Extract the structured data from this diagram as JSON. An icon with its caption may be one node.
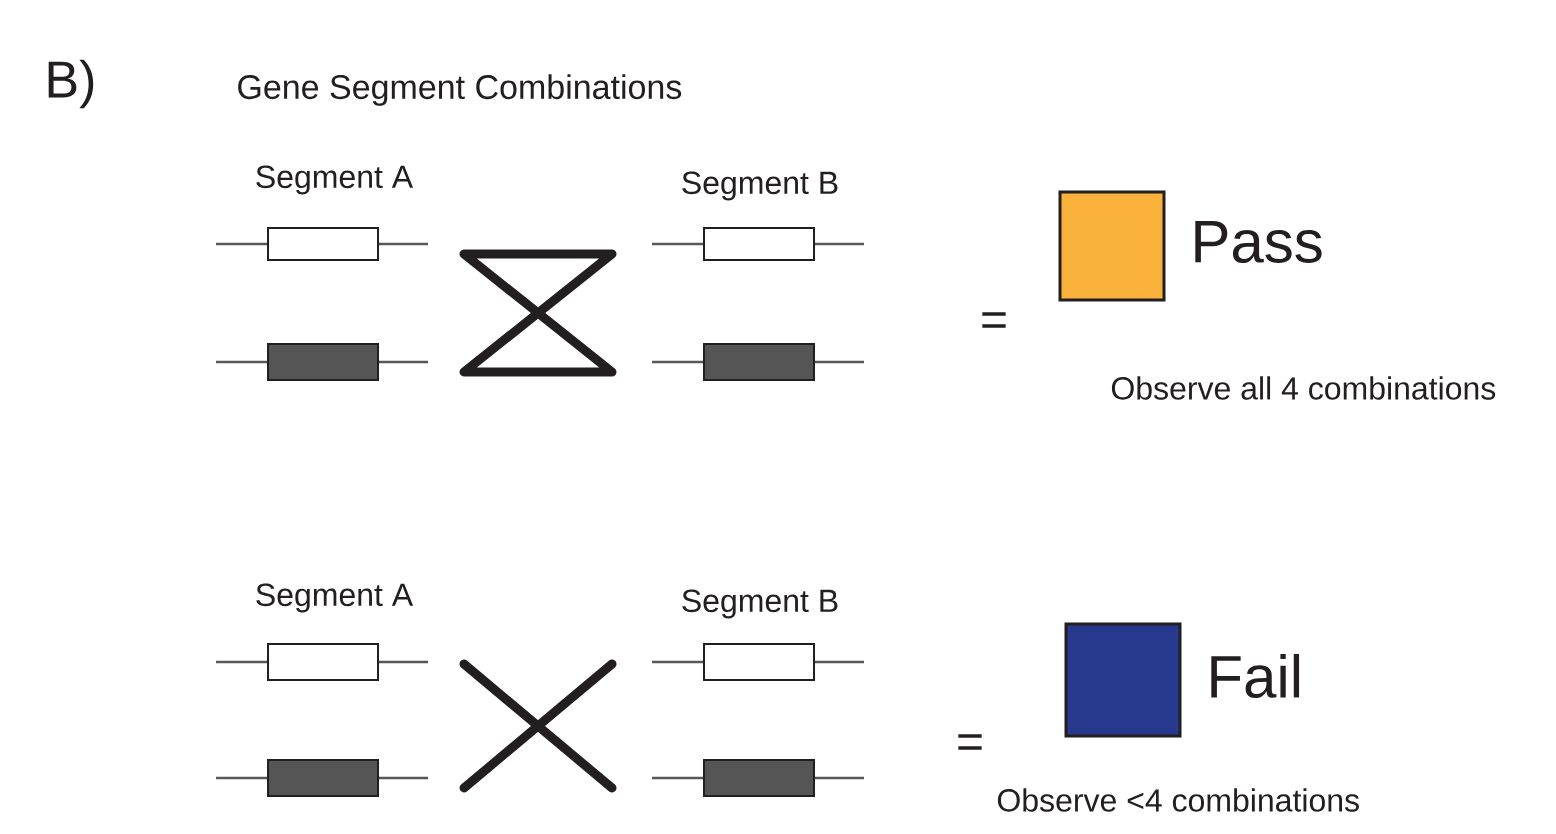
{
  "diagram": {
    "title": "Gene Segment Combinations",
    "nodes": [
      {
        "text": [],
        "shape": "box"
      },
      {
        "text": [],
        "shape": "box"
      },
      {
        "text": [],
        "shape": "box"
      },
      {
        "text": [],
        "shape": "box"
      },
      {
        "text": [],
        "shape": "box",
        "beside": [
          "Pass",
          "Observe all 4 combinations"
        ]
      },
      {
        "text": [],
        "shape": "box"
      },
      {
        "text": [],
        "shape": "box"
      },
      {
        "text": [],
        "shape": "box"
      },
      {
        "text": [],
        "shape": "box"
      },
      {
        "text": [],
        "shape": "box",
        "beside": [
          "Fail",
          "Observe <4 combinations"
        ]
      }
    ],
    "edges": [],
    "labels": [
      "B)",
      "Segment A",
      "Segment B",
      "=",
      "Segment A",
      "Segment B",
      "="
    ]
  }
}
